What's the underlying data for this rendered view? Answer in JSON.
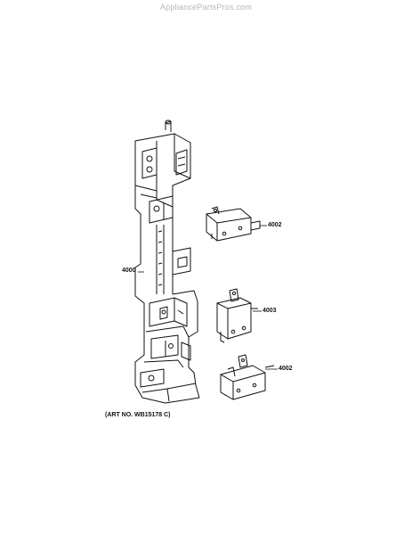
{
  "watermark": "AppliancePartsPros.com",
  "parts": [
    {
      "id": "latch-board",
      "number": "4000"
    },
    {
      "id": "switch-top",
      "number": "4002"
    },
    {
      "id": "switch-middle",
      "number": "4003"
    },
    {
      "id": "switch-bottom",
      "number": "4002"
    }
  ],
  "caption": "(ART NO. WB15178 C)"
}
